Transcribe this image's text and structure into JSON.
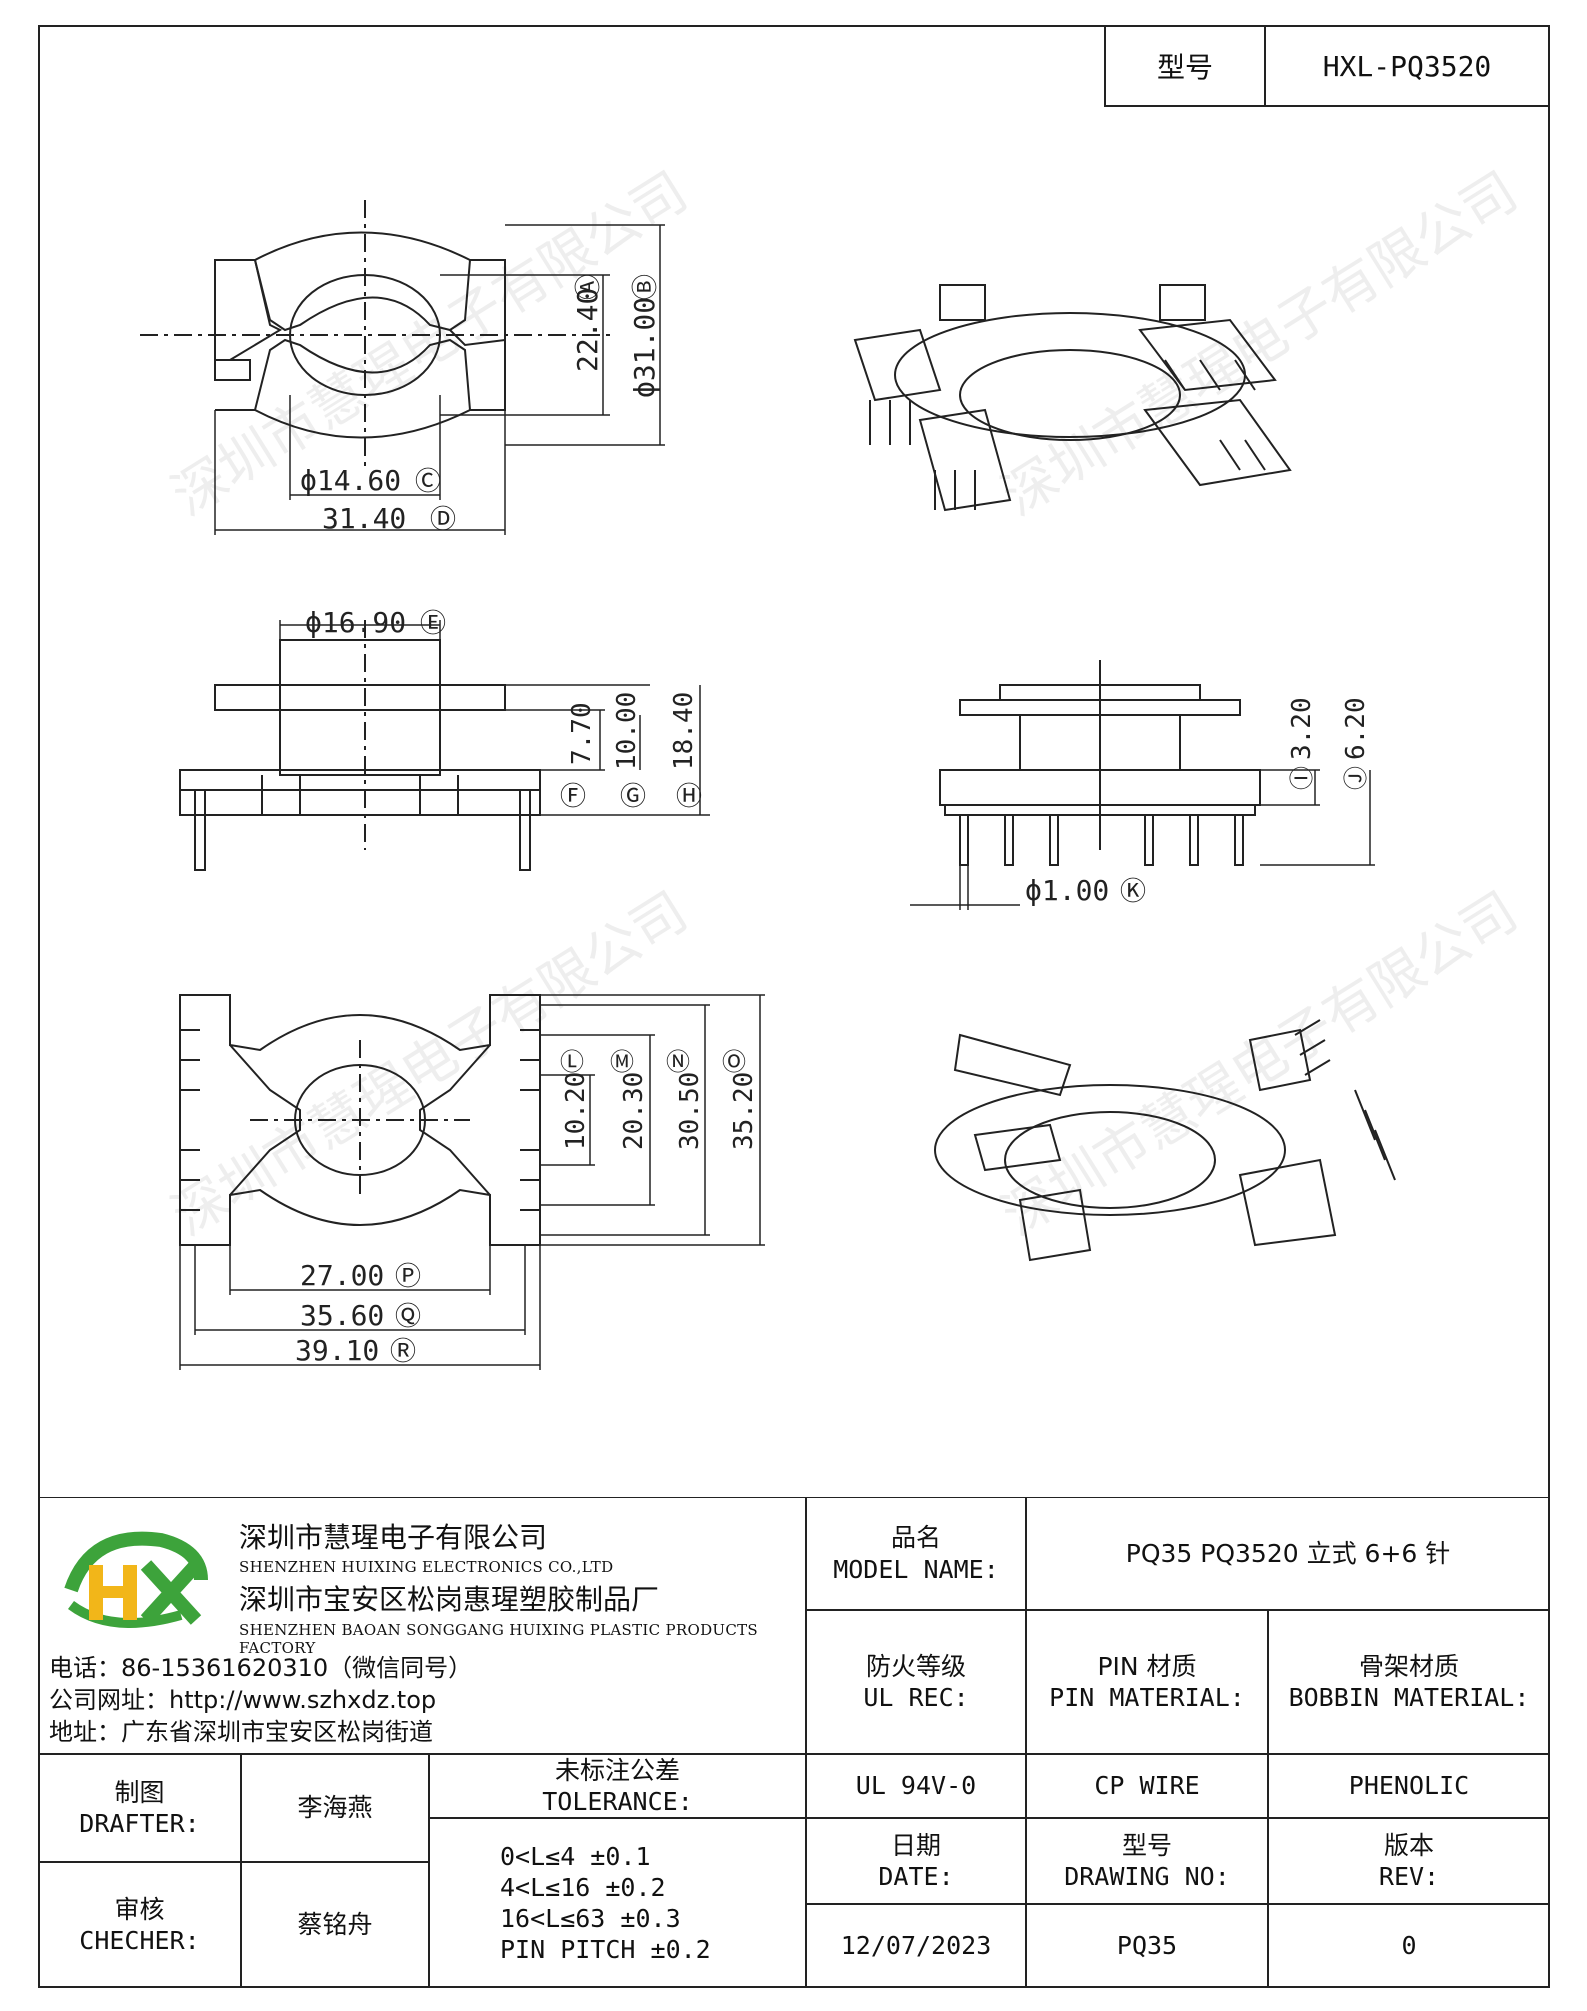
{
  "model_tag": {
    "label": "型号",
    "value": "HXL-PQ3520"
  },
  "watermark": "深圳市慧瑆电子有限公司",
  "dimensions": {
    "A": "22.40",
    "B": "ϕ31.00",
    "C": "ϕ14.60",
    "D": "31.40",
    "E": "ϕ16.90",
    "F": "7.70",
    "G": "10.00",
    "H": "18.40",
    "I": "3.20",
    "J": "6.20",
    "K": "ϕ1.00",
    "L": "10.20",
    "M": "20.30",
    "N": "30.50",
    "O": "35.20",
    "P": "27.00",
    "Q": "35.60",
    "R": "39.10"
  },
  "markers": {
    "A": "Ⓐ",
    "B": "Ⓑ",
    "C": "Ⓒ",
    "D": "Ⓓ",
    "E": "Ⓔ",
    "F": "Ⓕ",
    "G": "Ⓖ",
    "H": "Ⓗ",
    "I": "Ⓘ",
    "J": "Ⓙ",
    "K": "Ⓚ",
    "L": "Ⓛ",
    "M": "Ⓜ",
    "N": "Ⓝ",
    "O": "Ⓞ",
    "P": "Ⓟ",
    "Q": "Ⓠ",
    "R": "Ⓡ"
  },
  "company": {
    "logo_text": "HX",
    "name_cn": "深圳市慧瑆电子有限公司",
    "name_en": "SHENZHEN HUIXING ELECTRONICS CO.,LTD",
    "factory_cn": "深圳市宝安区松岗惠瑆塑胶制品厂",
    "factory_en": "SHENZHEN BAOAN SONGGANG HUIXING PLASTIC PRODUCTS FACTORY",
    "phone": "电话：86-15361620310（微信同号）",
    "website": "公司网址：http://www.szhxdz.top",
    "address": "地址：广东省深圳市宝安区松岗街道"
  },
  "title_block": {
    "model_name_cn": "品名",
    "model_name_en": "MODEL NAME:",
    "model_name_value": "PQ35 PQ3520 立式 6+6 针",
    "ul_cn": "防火等级",
    "ul_en": "UL REC:",
    "ul_value": "UL 94V-0",
    "pin_cn": "PIN 材质",
    "pin_en": "PIN MATERIAL:",
    "pin_value": "CP WIRE",
    "bobbin_cn": "骨架材质",
    "bobbin_en": "BOBBIN MATERIAL:",
    "bobbin_value": "PHENOLIC",
    "drafter_cn": "制图",
    "drafter_en": "DRAFTER:",
    "drafter_name": "李海燕",
    "checker_cn": "审核",
    "checker_en": "CHECHER:",
    "checker_name": "蔡铭舟",
    "tolerance_cn": "未标注公差",
    "tolerance_en": "TOLERANCE:",
    "tolerances": [
      "0<L≤4   ±0.1",
      "4<L≤16  ±0.2",
      "16<L≤63  ±0.3",
      "PIN PITCH  ±0.2"
    ],
    "date_cn": "日期",
    "date_en": "DATE:",
    "date_value": "12/07/2023",
    "drawing_no_cn": "型号",
    "drawing_no_en": "DRAWING NO:",
    "drawing_no_value": "PQ35",
    "rev_cn": "版本",
    "rev_en": "REV:",
    "rev_value": "0"
  },
  "colors": {
    "logo_green": "#3da33b",
    "logo_yellow": "#f2b619",
    "line": "#222222"
  }
}
